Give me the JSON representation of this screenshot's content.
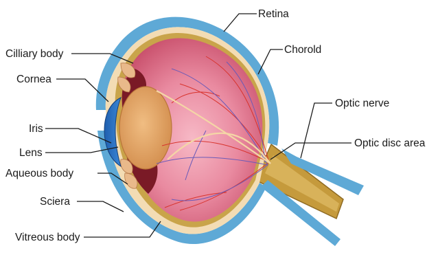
{
  "labels": {
    "retina": "Retina",
    "choroid": "Chorold",
    "optic_nerve": "Optic nerve",
    "optic_disc_area": "Optic disc area",
    "ciliary_body": "Cilliary body",
    "cornea": "Cornea",
    "iris": "Iris",
    "lens": "Lens",
    "aqueous_body": "Aqueous body",
    "sclera": "Sciera",
    "vitreous_body": "Vitreous body"
  },
  "colors": {
    "sclera_blue": "#5ea9d6",
    "sclera_fill": "#f3dcb4",
    "vitreous_pink": "#d9647e",
    "vitreous_highlight": "#f7b9c6",
    "choroid_gold": "#c9a44a",
    "lens_orange": "#e3a566",
    "iris_dark": "#7a1a26",
    "cornea_blue": "#2a6fc0",
    "optic_nerve_gold": "#c59a3c",
    "artery_red": "#d8322c",
    "vein_blue": "#6a5ab8",
    "leader_line": "#1a1a1a"
  }
}
